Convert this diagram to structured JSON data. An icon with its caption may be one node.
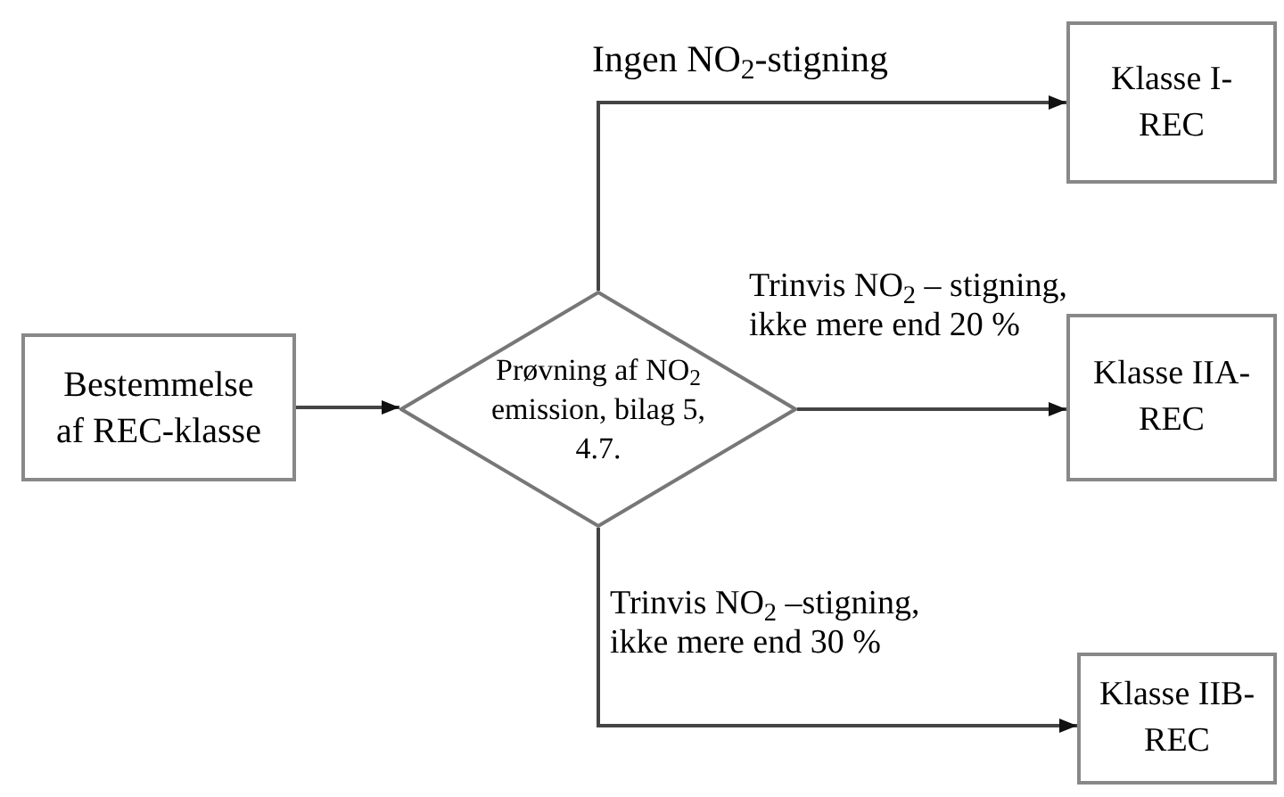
{
  "diagram": {
    "nodes": [
      {
        "text": [
          "Bestemmelse af REC-klasse"
        ]
      },
      {
        "text": [
          "Prøvning af NO$_{2}$ emission, bilag 5, 4.7."
        ]
      },
      {
        "text": [
          "Klasse I-REC"
        ]
      },
      {
        "text": [
          "Klasse IIA-REC"
        ]
      },
      {
        "text": [
          "Klasse IIB-REC"
        ]
      }
    ],
    "edges": [
      {
        "from": 0,
        "to": 1,
        "arrow": "to"
      },
      {
        "from": 1,
        "to": 2,
        "arrow": "to",
        "label": "Ingen NO$_{2}$-stigning"
      },
      {
        "from": 1,
        "to": 3,
        "arrow": "to",
        "label": "Trinvis NO$_{2}$ – stigning, ikke mere end 20 %"
      },
      {
        "from": 1,
        "to": 4,
        "arrow": "to",
        "label": "Trinvis NO$_{2}$ –stigning, ikke mere end 30 %"
      }
    ]
  }
}
